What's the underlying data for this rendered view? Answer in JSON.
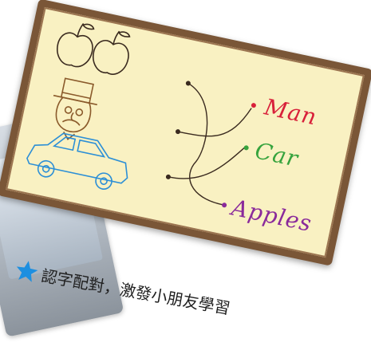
{
  "board": {
    "words": [
      {
        "text": "Man",
        "color": "#d8203a"
      },
      {
        "text": "Car",
        "color": "#36a33d"
      },
      {
        "text": "Apples",
        "color": "#8a2a9b"
      }
    ]
  },
  "caption": {
    "text": "認字配對，激發小朋友學習"
  },
  "colors": {
    "board_bg": "#f9f1c2",
    "frame": "#7a5637",
    "ink": "#3a2a1f",
    "star": "#1d8fe0",
    "car_ink": "#2c8fd6",
    "figure_ink": "#8a5a2b"
  }
}
